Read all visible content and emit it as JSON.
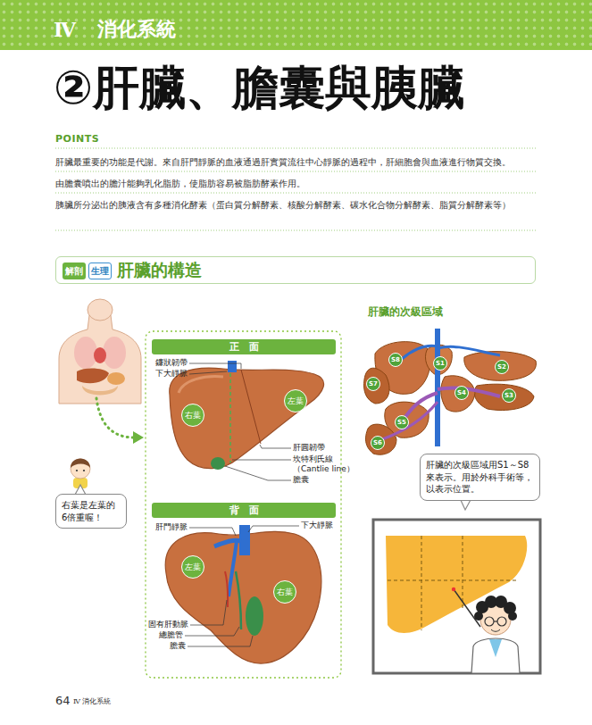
{
  "diagram": {
    "title": "②肝臟、膽囊與胰臟",
    "nodes": [
      {
        "text": [
          "Ⅳ",
          "消化系統"
        ]
      },
      {
        "text": [
          "肝臟的構造"
        ]
      },
      {
        "text": [
          "解剖"
        ],
        "in": 1
      },
      {
        "text": [
          "生理"
        ],
        "in": 1
      },
      {
        "text": [
          "正　面"
        ]
      },
      {
        "text": [
          "右葉"
        ]
      },
      {
        "text": [
          "左葉"
        ]
      },
      {
        "text": [
          "背　面"
        ]
      },
      {
        "text": [
          "左葉"
        ]
      },
      {
        "text": [
          "右葉"
        ]
      },
      {
        "text": [
          "右葉是左葉的6倍重喔！"
        ]
      },
      {
        "text": [
          "S8"
        ]
      },
      {
        "text": [
          "S1"
        ]
      },
      {
        "text": [
          "S2"
        ]
      },
      {
        "text": [
          "S7"
        ]
      },
      {
        "text": [
          "S4"
        ]
      },
      {
        "text": [
          "S3"
        ]
      },
      {
        "text": [
          "S5"
        ]
      },
      {
        "text": [
          "S6"
        ]
      },
      {
        "text": [
          "肝臟的次級區域用S1～S8來表示。用於外科手術等，以表示位置。"
        ]
      }
    ],
    "labels": [
      "POINTS",
      "肝臟最重要的功能是代謝。來自肝門靜脈的血液通過肝實質流往中心靜脈的過程中，肝細胞會與血液進行物質交換。",
      "由膽囊噴出的膽汁能夠乳化脂肪，使脂肪容易被脂肪酵素作用。",
      "胰臟所分泌出的胰液含有多種消化酵素（蛋白質分解酵素、核酸分解酵素、碳水化合物分解酵素、脂質分解酵素等）",
      "鐮狀韌帶",
      "下大靜脈",
      "肝圓韌帶",
      "坎特利氏線 （Cantlie line）",
      "膽囊",
      "肝門靜脈",
      "下大靜脈",
      "固有肝動脈",
      "總膽管",
      "膽囊",
      "肝臟的次級區域",
      "64",
      "Ⅳ",
      "消化系統"
    ]
  }
}
